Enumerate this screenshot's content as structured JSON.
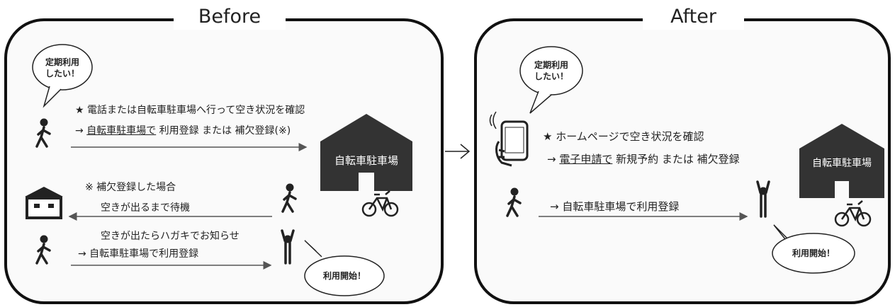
{
  "before": {
    "title": "Before",
    "bubble_top": [
      "定期利用",
      "したい！"
    ],
    "step1": "★ 電話または自転車駐車場へ行って空き状況を確認",
    "step2_arrow": "→ ",
    "step2_link": "自転車駐車場で",
    "step2_rest": " 利用登録 または 補欠登録(※)",
    "facility": "自転車駐車場",
    "note1": "※ 補欠登録した場合",
    "note2": "空きが出るまで待機",
    "note3": "空きが出たらハガキでお知らせ",
    "note4": "→ 自転車駐車場で利用登録",
    "bubble_bottom": "利用開始！"
  },
  "after": {
    "title": "After",
    "bubble_top": [
      "定期利用",
      "したい！"
    ],
    "step1": "★ ホームページで空き状況を確認",
    "step2_arrow": "→ ",
    "step2_link": "電子申請で",
    "step2_rest": " 新規予約 または 補欠登録",
    "facility": "自転車駐車場",
    "step3": "→ 自転車駐車場で利用登録",
    "bubble_bottom": "利用開始！"
  },
  "colors": {
    "stroke": "#111111",
    "building": "#333333",
    "arrow": "#555555"
  }
}
